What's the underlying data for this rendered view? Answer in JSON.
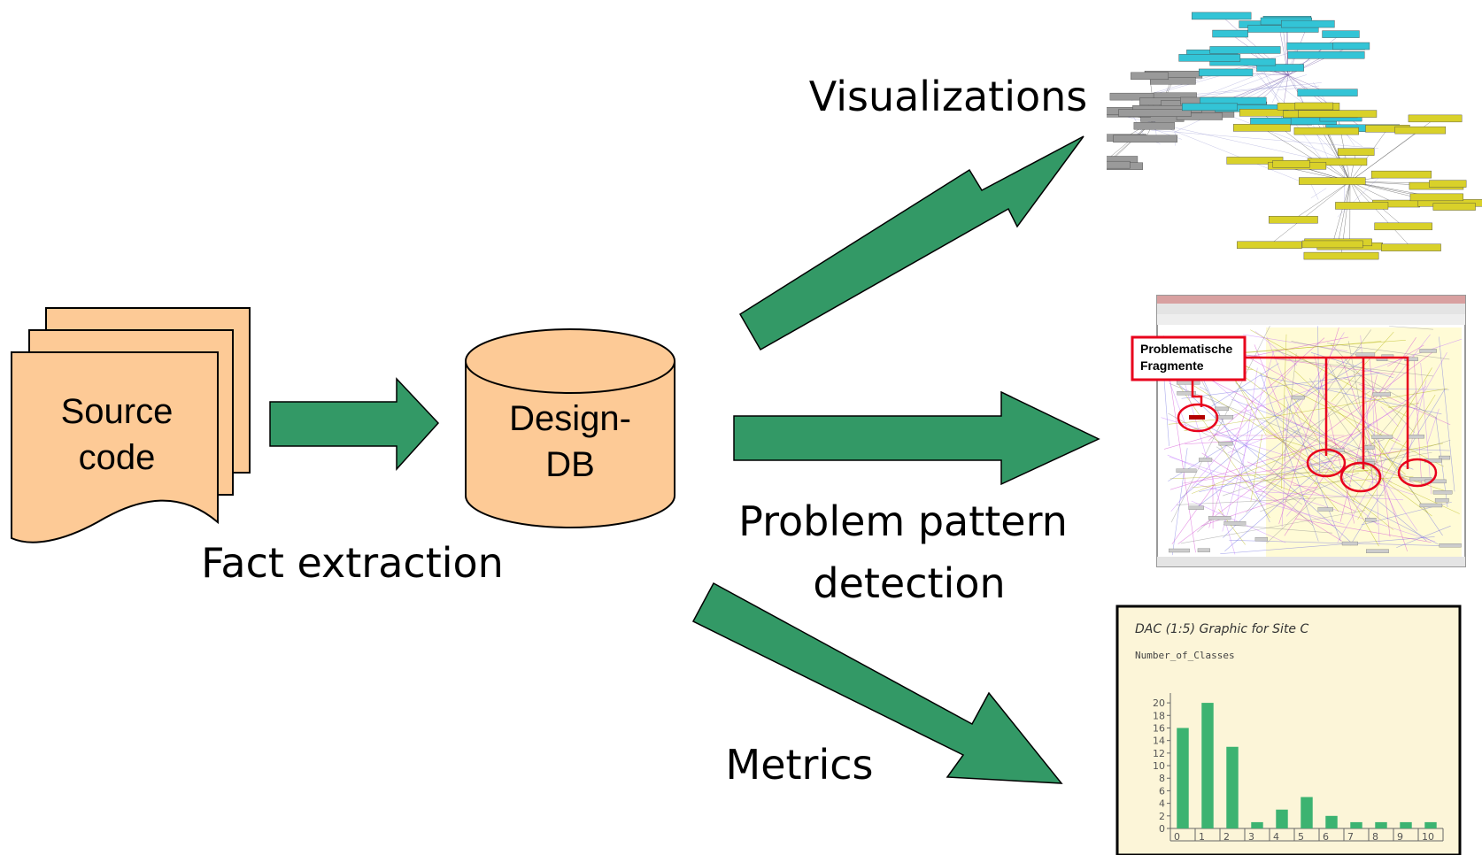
{
  "source": {
    "line1": "Source",
    "line2": "code"
  },
  "database": {
    "line1": "Design-",
    "line2": "DB"
  },
  "labels": {
    "fact_extraction": "Fact extraction",
    "visualizations": "Visualizations",
    "problem_line1": "Problem pattern",
    "problem_line2": "detection",
    "metrics": "Metrics"
  },
  "callout": {
    "line1": "Problematische",
    "line2": "Fragmente"
  },
  "colors": {
    "arrow": "#339966",
    "shape_fill": "#fdca96",
    "callout": "#e8001c",
    "bar": "#3cb371",
    "chart_bg": "#fcf5d8"
  },
  "chart_data": {
    "type": "bar",
    "title": "DAC (1:5) Graphic for Site C",
    "ylabel": "Number_of_Classes",
    "categories": [
      "0",
      "1",
      "2",
      "3",
      "4",
      "5",
      "6",
      "7",
      "8",
      "9",
      "10"
    ],
    "values": [
      16,
      20,
      13,
      1,
      3,
      5,
      2,
      1,
      1,
      1,
      1
    ],
    "yticks": [
      0,
      2,
      4,
      6,
      8,
      10,
      12,
      14,
      16,
      18,
      20
    ],
    "ylim": [
      0,
      21
    ]
  }
}
